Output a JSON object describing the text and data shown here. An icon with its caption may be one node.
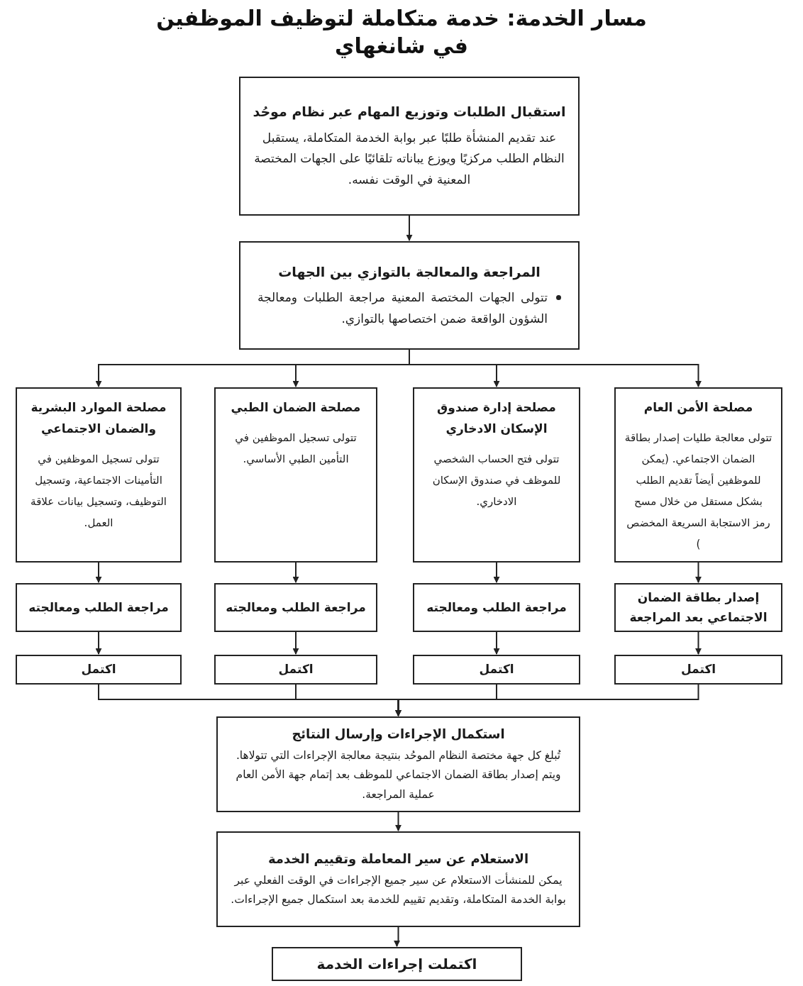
{
  "diagram": {
    "title": "مسار الخدمة: خدمة متكاملة لتوظيف الموظفين في شانغهاي",
    "nodes": [
      {
        "text": [
          "استقبال الطلبات وتوزيع المهام عبر نظام موحُد",
          "عند تقديم المنشأة طلبًا عبر بوابة الخدمة المتكاملة، يستقبل النظام الطلب مركزيًا ويوزع يباناته تلقائيًا على الجهات المختصة المعنية في الوقت نفسه."
        ]
      },
      {
        "text": [
          "المراجعة والمعالجة بالتوازي بين الجهات",
          "تتولى الجهات المختصة المعنية مراجعة الطلبات ومعالجة الشؤون الواقعة ضمن اختصاصها بالتوازي."
        ]
      },
      {
        "text": [
          "مصلحة الأمن العام",
          "تتولى معالجة طليات إصدار بطاقة الضمان الاجتماعي. (يمكن للموظفين أيضاً تقديم الطلب بشكل مستقل من خلال مسح رمز الاستجابة السريعة المخضص )"
        ]
      },
      {
        "text": [
          "مصلحة إدارة صندوق الإسكان الادخاري",
          "تتولى فتح الحساب الشخصي للموظف في صندوق الإسكان الادخاري."
        ]
      },
      {
        "text": [
          "مصلحة الضمان الطبي",
          "تتولى تسجيل الموظفين في التأمين الطبي الأساسي."
        ]
      },
      {
        "text": [
          "مصلحة الموارد البشرية والضمان الاجتماعي",
          "تتولى تسجيل الموظفين في التأمينات الاجتماعية، وتسجيل التوظيف، وتسجيل بيانات علاقة العمل."
        ]
      },
      {
        "text": [
          "إصدار بطاقة الضمان الاجتماعي بعد المراجعة"
        ]
      },
      {
        "text": [
          "مراجعة الطلب ومعالجته"
        ]
      },
      {
        "text": [
          "مراجعة الطلب ومعالجته"
        ]
      },
      {
        "text": [
          "مراجعة الطلب ومعالجته"
        ]
      },
      {
        "text": [
          "اكتمل"
        ]
      },
      {
        "text": [
          "اكتمل"
        ]
      },
      {
        "text": [
          "اكتمل"
        ]
      },
      {
        "text": [
          "اكتمل"
        ]
      },
      {
        "text": [
          "استكمال الإجراءات وإرسال النتائج",
          "تُبلغ كل جهة مختصة النظام الموحُد بنتيجة معالجة الإجراءات التي تتولاها. ويتم إصدار بطاقة الضمان الاجتماعي للموظف بعد إتمام جهة الأمن العام عملية المراجعة."
        ]
      },
      {
        "text": [
          "الاستعلام عن سير المعاملة وتقييم الخدمة",
          "يمكن للمنشأت الاستعلام عن سير جميع الإجراءات في الوقت الفعلي عبر بوابة الخدمة المتكاملة، وتقديم تقييم للخدمة بعد استكمال جميع الإجراءات."
        ]
      },
      {
        "text": [
          "اكتملت إجراءات الخدمة"
        ]
      }
    ],
    "edges": [
      {
        "from": 0,
        "to": 1,
        "arrow": "to"
      },
      {
        "from": 1,
        "to": 2,
        "arrow": "to"
      },
      {
        "from": 1,
        "to": 3,
        "arrow": "to"
      },
      {
        "from": 1,
        "to": 4,
        "arrow": "to"
      },
      {
        "from": 1,
        "to": 5,
        "arrow": "to"
      },
      {
        "from": 2,
        "to": 6,
        "arrow": "to"
      },
      {
        "from": 3,
        "to": 7,
        "arrow": "to"
      },
      {
        "from": 4,
        "to": 8,
        "arrow": "to"
      },
      {
        "from": 5,
        "to": 9,
        "arrow": "to"
      },
      {
        "from": 6,
        "to": 10,
        "arrow": "to"
      },
      {
        "from": 7,
        "to": 11,
        "arrow": "to"
      },
      {
        "from": 8,
        "to": 12,
        "arrow": "to"
      },
      {
        "from": 9,
        "to": 13,
        "arrow": "to"
      },
      {
        "from": 10,
        "to": 14,
        "arrow": "to"
      },
      {
        "from": 11,
        "to": 14,
        "arrow": "to"
      },
      {
        "from": 12,
        "to": 14,
        "arrow": "to"
      },
      {
        "from": 13,
        "to": 14,
        "arrow": "to"
      },
      {
        "from": 14,
        "to": 15,
        "arrow": "to"
      },
      {
        "from": 15,
        "to": 16,
        "arrow": "to"
      }
    ]
  }
}
